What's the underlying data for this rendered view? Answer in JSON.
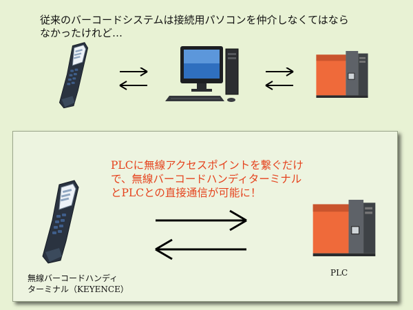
{
  "heading": {
    "lines": [
      "従来のバーコードシステムは接続用パソコンを仲介しなくてはなら",
      "なかったけれど…"
    ]
  },
  "panel": {
    "message_lines": [
      "PLCに無線アクセスポイントを繋ぐだけ",
      "で、無線バーコードハンディターミナル",
      "とPLCとの直接通信が可能に！"
    ],
    "scanner_label_lines": [
      "無線バーコードハンディ",
      "ターミナル（KEYENCE）"
    ],
    "plc_label": "PLC"
  },
  "colors": {
    "highlight": "#e5431e",
    "background": "#e8f2d4",
    "panel": "#edf4e0"
  },
  "icons": [
    "handheld-scanner-icon",
    "desktop-computer-icon",
    "plc-icon",
    "bidirectional-arrows-icon"
  ]
}
